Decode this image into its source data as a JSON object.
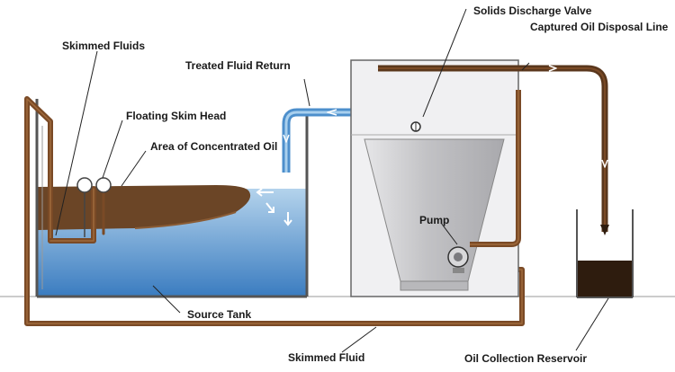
{
  "labels": {
    "solids_discharge_valve": "Solids Discharge Valve",
    "captured_oil_disposal_line": "Captured Oil Disposal Line",
    "skimmed_fluids": "Skimmed Fluids",
    "treated_fluid_return": "Treated Fluid Return",
    "floating_skim_head": "Floating Skim Head",
    "area_of_concentrated_oil": "Area of Concentrated Oil",
    "pump": "Pump",
    "source_tank": "Source Tank",
    "skimmed_fluid": "Skimmed Fluid",
    "oil_collection_reservoir": "Oil Collection Reservoir"
  },
  "colors": {
    "pipe_brown": "#7a4a26",
    "oil_brown": "#6b4526",
    "oil_dark": "#2e1c0e",
    "water_top": "#9cc2e3",
    "water_bottom": "#3d7fc0",
    "tank_outline": "#555555",
    "pipe_blue": "#6aa7d6",
    "separator_body": "#f0f0f2",
    "cone": "#c9c9cc"
  }
}
